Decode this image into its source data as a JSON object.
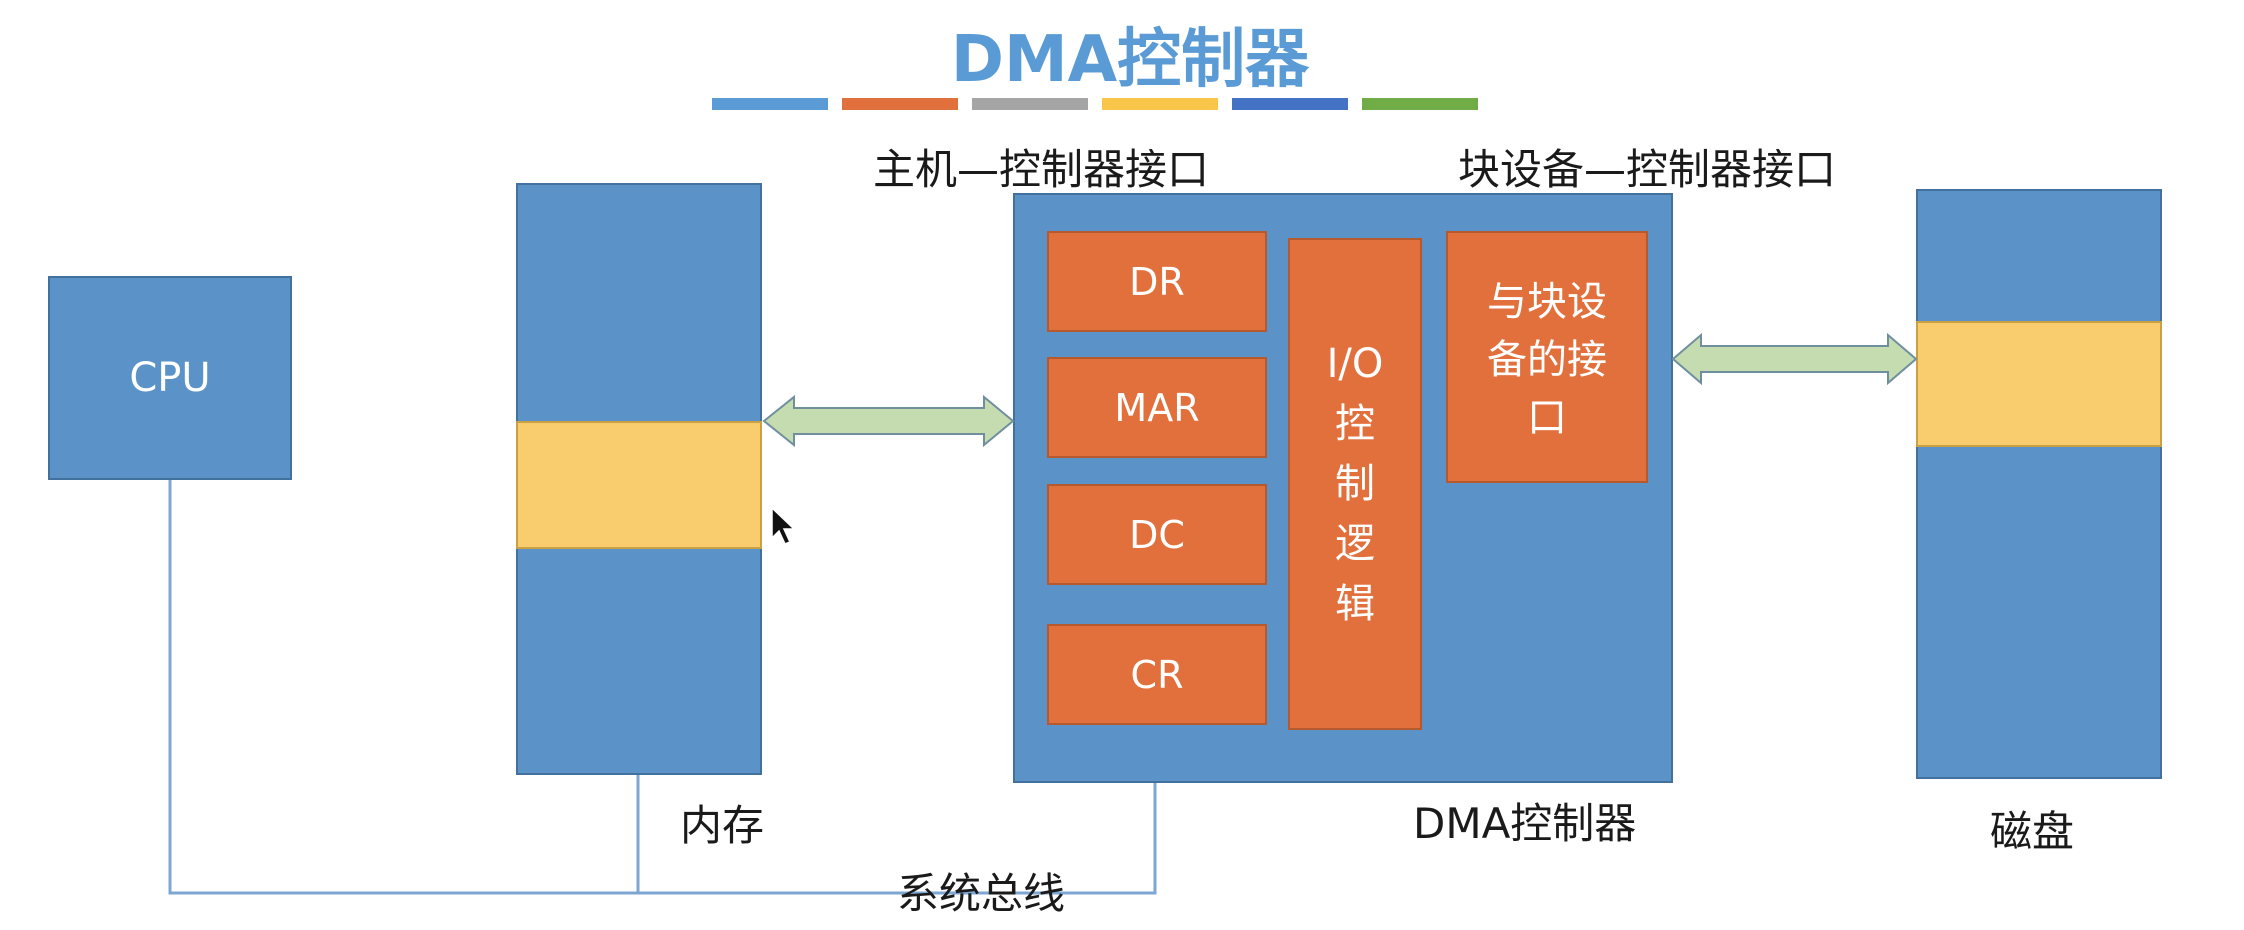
{
  "title": "DMA控制器",
  "title_bar_colors": [
    "#5b9bd5",
    "#e2703c",
    "#a5a5a5",
    "#f9c649",
    "#4472c4",
    "#70ad47"
  ],
  "labels": {
    "cpu": "CPU",
    "memory": "内存",
    "disk": "磁盘",
    "system_bus": "系统总线",
    "host_interface": "主机—控制器接口",
    "block_device_interface": "块设备—控制器接口",
    "dma_controller": "DMA控制器"
  },
  "registers": [
    "DR",
    "MAR",
    "DC",
    "CR"
  ],
  "io_logic": [
    "I/O",
    "控",
    "制",
    "逻",
    "辑"
  ],
  "device_interface": "与块设备的接口",
  "colors": {
    "block_blue": "#5b93c9",
    "buffer_yellow": "#f9cd6e",
    "register_orange": "#e2703c",
    "arrow_green": "#c5dcb1",
    "bus_line": "#7ea6d3"
  }
}
